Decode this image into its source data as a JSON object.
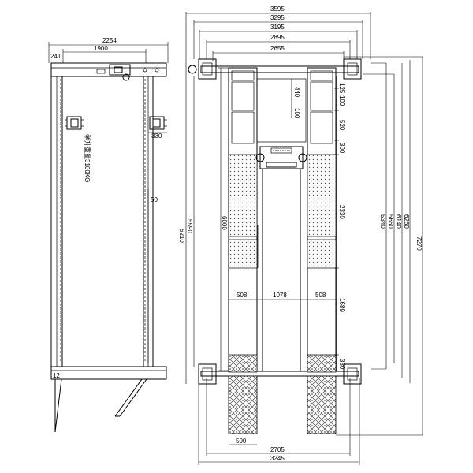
{
  "side_view": {
    "width_total": "2254",
    "width_inner": "1900",
    "left_offset": "241",
    "post_offset": "330",
    "capacity": "举升重量3100KG",
    "dim_50": "50",
    "dim_12": "12"
  },
  "top_view": {
    "w_3595": "3595",
    "w_3295": "3295",
    "w_3195": "3195",
    "w_2895": "2895",
    "w_2655": "2655",
    "runway_left": "508",
    "runway_gap": "1078",
    "runway_right": "508",
    "bottom_2705": "2705",
    "bottom_3245": "3245",
    "bottom_500": "500",
    "v_440": "440",
    "v_100": "100",
    "v_125": "125",
    "v_100b": "100",
    "v_520": "520",
    "v_300": "300",
    "v_2330": "2330",
    "v_1689": "1689",
    "v_380": "380",
    "v_5590": "5590",
    "v_6210": "6210",
    "v_6000": "6000",
    "v_5340": "5340",
    "v_5660": "5660",
    "v_6140": "6140",
    "v_6260": "6260",
    "v_7270": "7270"
  }
}
